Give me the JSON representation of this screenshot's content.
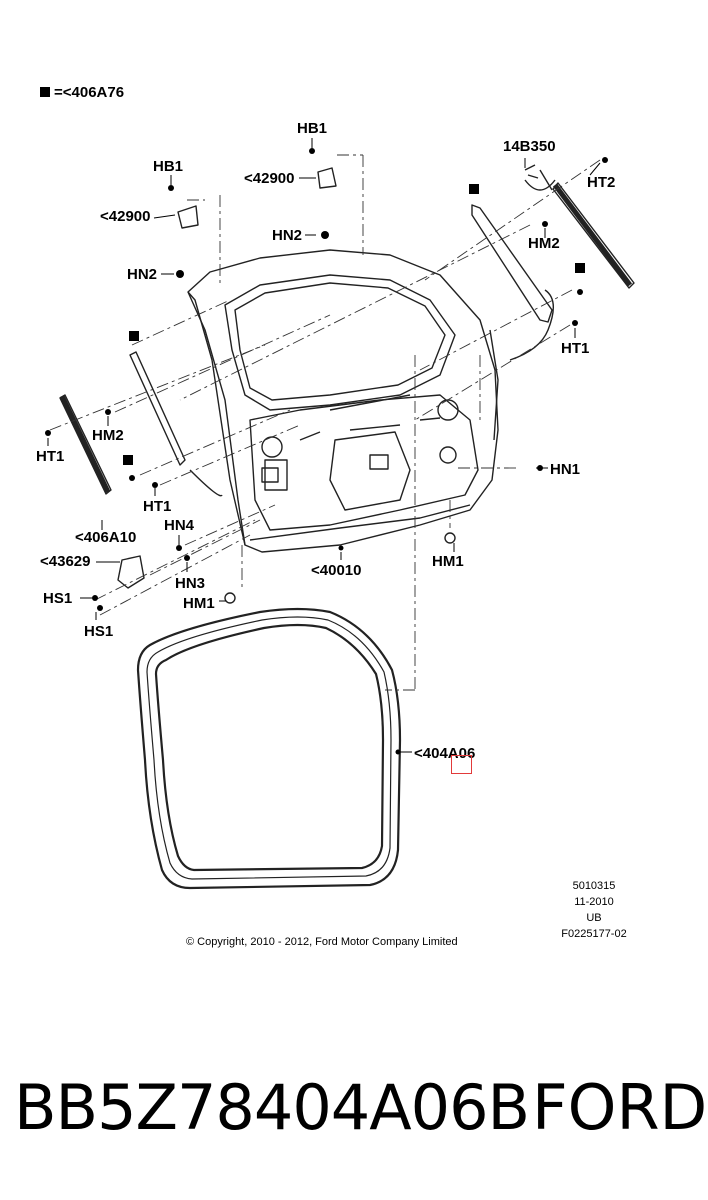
{
  "legend": {
    "text": "=<406A76"
  },
  "labels": {
    "hb1_top": "HB1",
    "hb1_left": "HB1",
    "p14b350": "14B350",
    "p42900_top": "<42900",
    "p42900_left": "<42900",
    "ht2": "HT2",
    "hn2_top": "HN2",
    "hm2_right": "HM2",
    "hn2_left": "HN2",
    "ht1_right": "HT1",
    "hm2_left": "HM2",
    "ht1_left": "HT1",
    "hn1": "HN1",
    "ht1_mid": "HT1",
    "hn4": "HN4",
    "p406a10": "<406A10",
    "hm1_right": "HM1",
    "p43629": "<43629",
    "p40010": "<40010",
    "hn3": "HN3",
    "hs1_a": "HS1",
    "hm1_left": "HM1",
    "hs1_b": "HS1",
    "p404a06": "<404A06"
  },
  "meta": {
    "line1": "5010315",
    "line2": "11-2010",
    "line3": "UB",
    "line4": "F0225177-02"
  },
  "copyright": "© Copyright, 2010 - 2012, Ford Motor Company Limited",
  "footer": {
    "part_number": "BB5Z78404A06B",
    "brand": "FORD"
  },
  "colors": {
    "highlight": "#e23a3a",
    "ink": "#000000"
  }
}
